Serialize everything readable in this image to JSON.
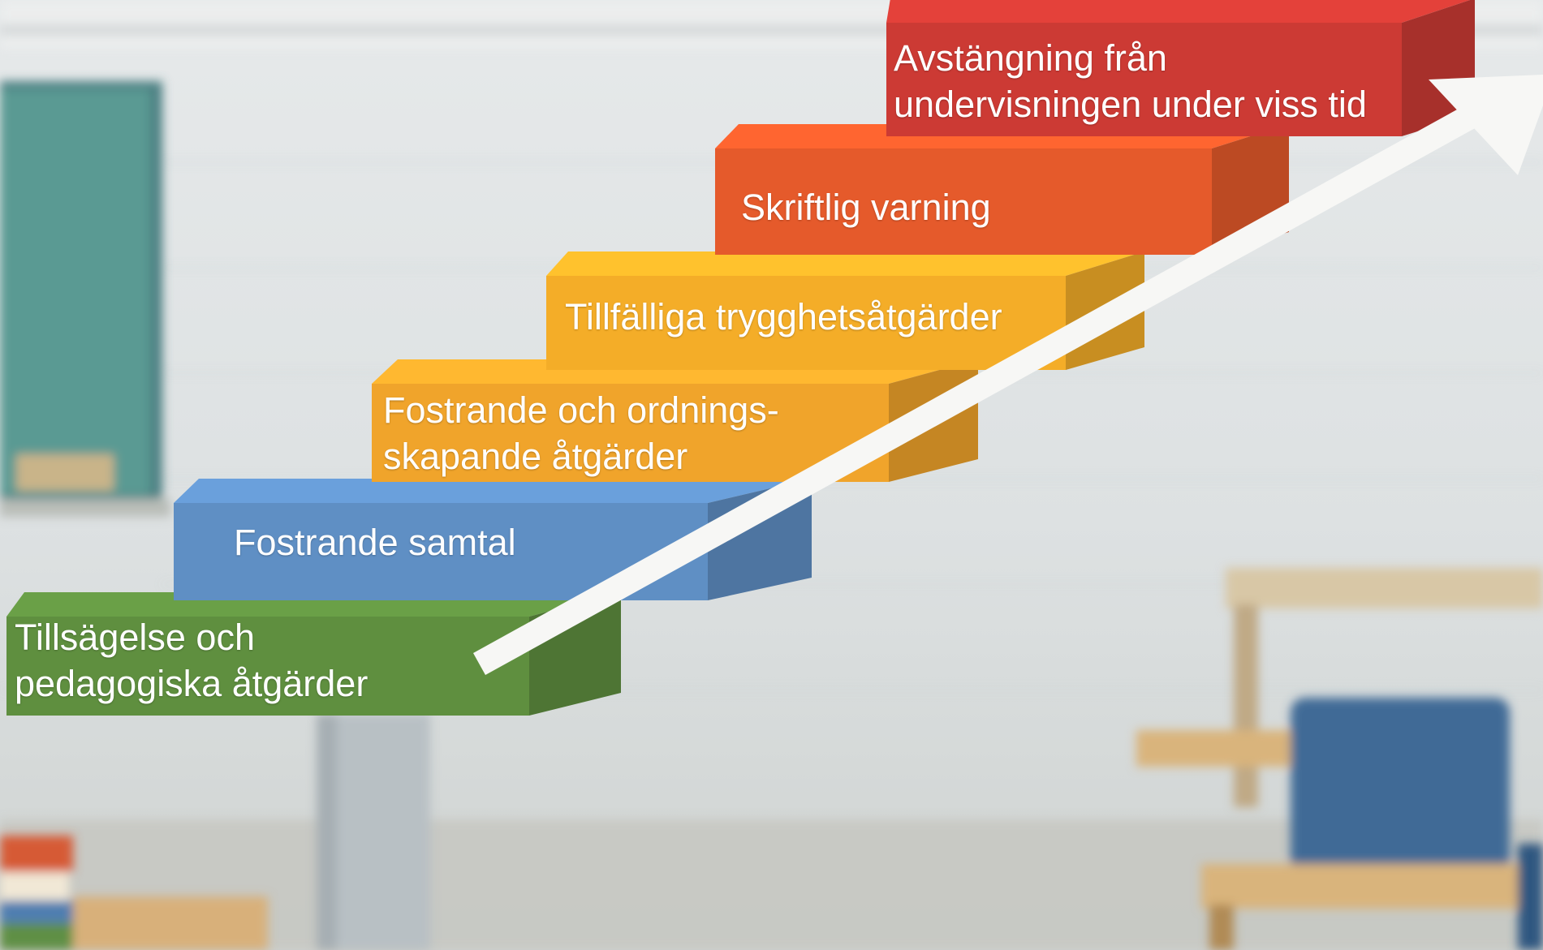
{
  "steps": [
    {
      "lines": [
        "Tillsägelse och",
        "pedagogiska åtgärder"
      ],
      "color": "#5f8f3f"
    },
    {
      "lines": [
        "Fostrande samtal"
      ],
      "color": "#5f8fc4"
    },
    {
      "lines": [
        "Fostrande och ordnings-",
        "skapande åtgärder"
      ],
      "color": "#f0a42b"
    },
    {
      "lines": [
        "Tillfälliga trygghetsåtgärder"
      ],
      "color": "#f4ad28"
    },
    {
      "lines": [
        "Skriftlig varning"
      ],
      "color": "#e55a2b"
    },
    {
      "lines": [
        "Avstängning från",
        "undervisningen under viss tid"
      ],
      "color": "#cc3a34"
    }
  ],
  "colors": {
    "arrow": "#f7f7f5",
    "wall": "#dde2e3",
    "chalkboard": "#5a9a93",
    "desk": "#d9b47c",
    "chair": "#3f6a96"
  }
}
